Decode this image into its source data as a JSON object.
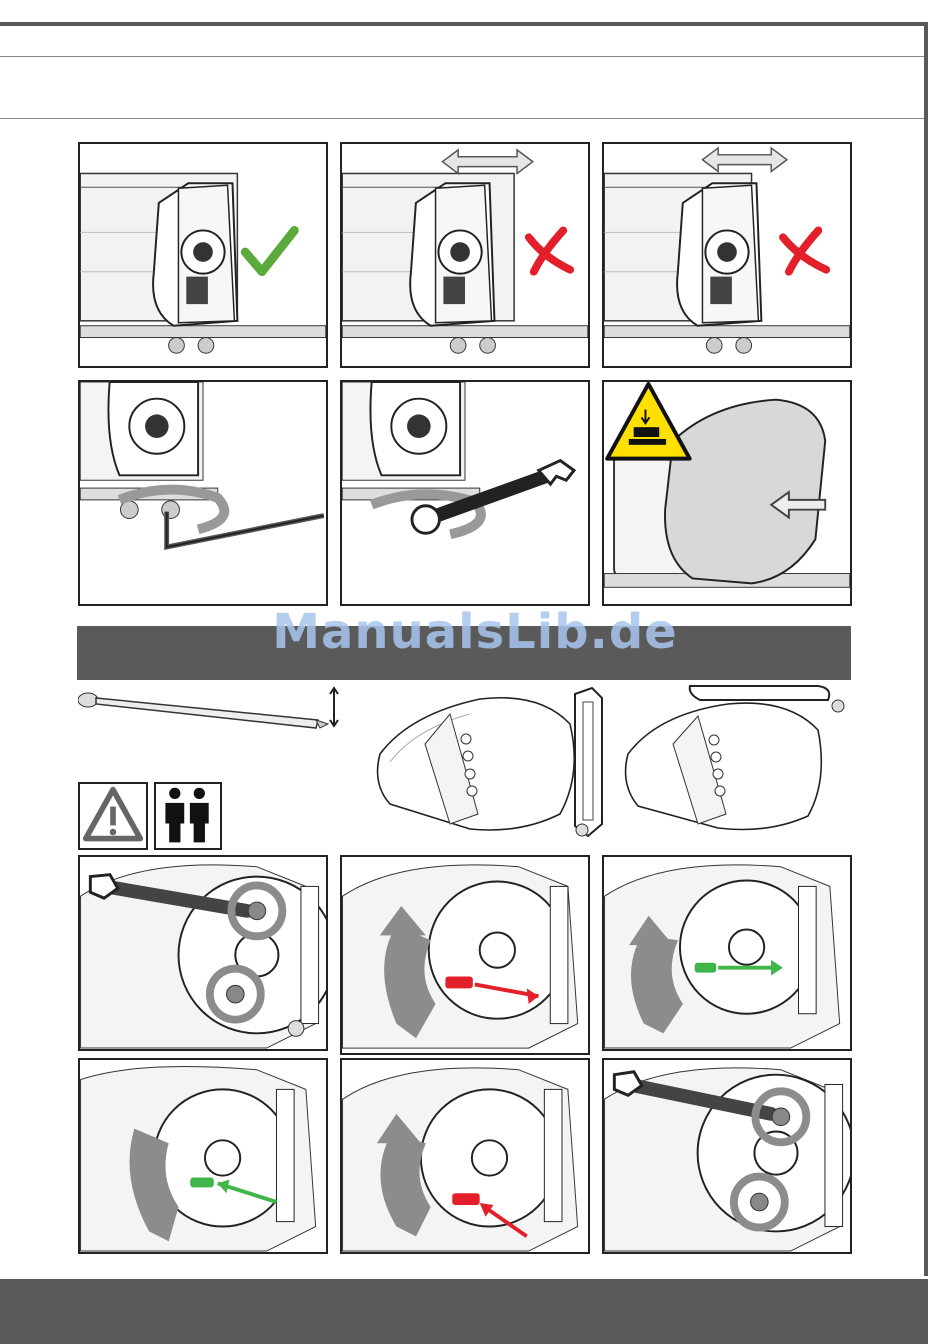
{
  "watermark": {
    "text": "ManualsLib.de"
  },
  "colors": {
    "page_border": "#5a5a5a",
    "section_band": "#5a5a5a",
    "footer_band": "#5a5a5a",
    "check_green": "#5aaa3c",
    "cross_red": "#e3202a",
    "arrow_gray": "#8c8c8c",
    "arrow_green": "#3fb54a",
    "arrow_red": "#e3202a",
    "warning_yellow": "#ffe000"
  },
  "figures": {
    "row1": [
      {
        "id": "fig-cap-aligned",
        "status_icon": "check-icon",
        "arrow_icon": ""
      },
      {
        "id": "fig-cap-left-offset",
        "status_icon": "cross-icon",
        "arrow_icon": "double-arrow-icon"
      },
      {
        "id": "fig-cap-right-offset",
        "status_icon": "cross-icon",
        "arrow_icon": "double-arrow-icon"
      }
    ],
    "row2": [
      {
        "id": "fig-allen-key-rotate",
        "tool_icon": "allen-key-icon"
      },
      {
        "id": "fig-wrench-rotate",
        "tool_icon": "wrench-icon"
      },
      {
        "id": "fig-cover-install",
        "warning_icon": "hand-crush-warning-icon"
      }
    ],
    "section2_top": [
      {
        "id": "fig-arm-height-adjust",
        "icon": "vertical-double-arrow-icon"
      },
      {
        "id": "fig-end-cap-bracket-right"
      },
      {
        "id": "fig-end-cap-bracket-top"
      }
    ],
    "warning_pictos": [
      {
        "id": "general-warning-pictogram",
        "icon": "warning-triangle-icon"
      },
      {
        "id": "two-persons-pictogram",
        "icon": "two-persons-icon"
      }
    ],
    "row3": [
      {
        "id": "fig-loosen-bolts",
        "tool_icon": "wrench-icon"
      },
      {
        "id": "fig-tension-red-pin",
        "arrow_color": "red"
      },
      {
        "id": "fig-tension-green-pin",
        "arrow_color": "green"
      }
    ],
    "row4": [
      {
        "id": "fig-insert-green-pin",
        "arrow_color": "green"
      },
      {
        "id": "fig-insert-red-pin",
        "arrow_color": "red"
      },
      {
        "id": "fig-tighten-bolts",
        "tool_icon": "wrench-icon"
      }
    ]
  }
}
